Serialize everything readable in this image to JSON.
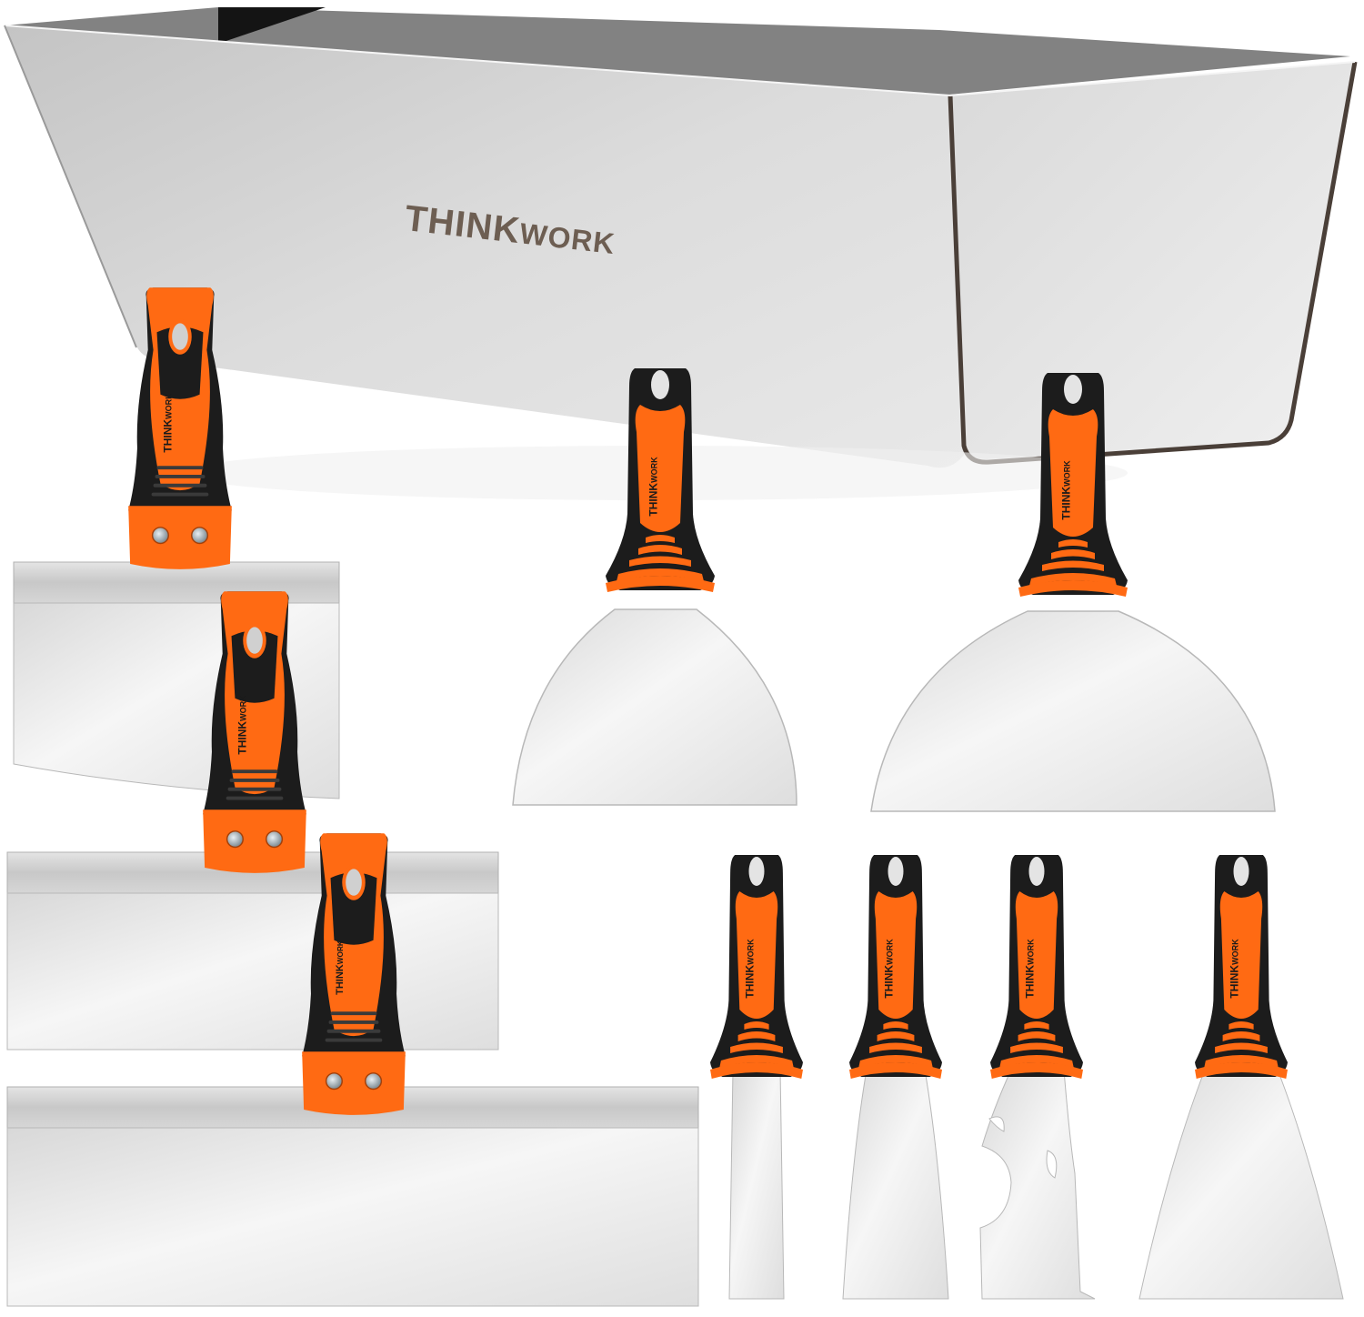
{
  "image": {
    "description": "Product photo of a THINKWORK drywall tool set: a stainless steel mud pan with 9 orange/black handled knives",
    "background_color": "#ffffff"
  },
  "brand": {
    "name_part1": "THINK",
    "name_part2": "WORK"
  },
  "colors": {
    "handle_orange": "#ff6a13",
    "handle_black": "#1c1c1c",
    "steel_light": "#e9e9e9",
    "steel_mid": "#c9c9c9",
    "steel_dark": "#8a8a8a",
    "pan_inner": "#7a7a7a",
    "pan_rim_dark": "#4a3f38",
    "logo_engrave": "#6d5e52"
  },
  "items": [
    {
      "id": "mud-pan",
      "type": "stainless steel mud pan",
      "logo": "THINKWORK"
    },
    {
      "id": "taping-knife-small",
      "type": "taping knife",
      "position": "left top"
    },
    {
      "id": "taping-knife-medium",
      "type": "taping knife",
      "position": "left middle"
    },
    {
      "id": "taping-knife-large",
      "type": "taping knife",
      "position": "left bottom"
    },
    {
      "id": "putty-knife-wide-1",
      "type": "wide putty knife",
      "position": "center top"
    },
    {
      "id": "putty-knife-wide-2",
      "type": "wide putty knife",
      "position": "right top"
    },
    {
      "id": "scraper-1",
      "type": "narrow chisel scraper",
      "position": "bottom row 1"
    },
    {
      "id": "scraper-2",
      "type": "flexible putty knife",
      "position": "bottom row 2"
    },
    {
      "id": "scraper-3",
      "type": "multi-tool scraper",
      "position": "bottom row 3"
    },
    {
      "id": "scraper-4",
      "type": "wide scraper",
      "position": "bottom row 4"
    }
  ]
}
